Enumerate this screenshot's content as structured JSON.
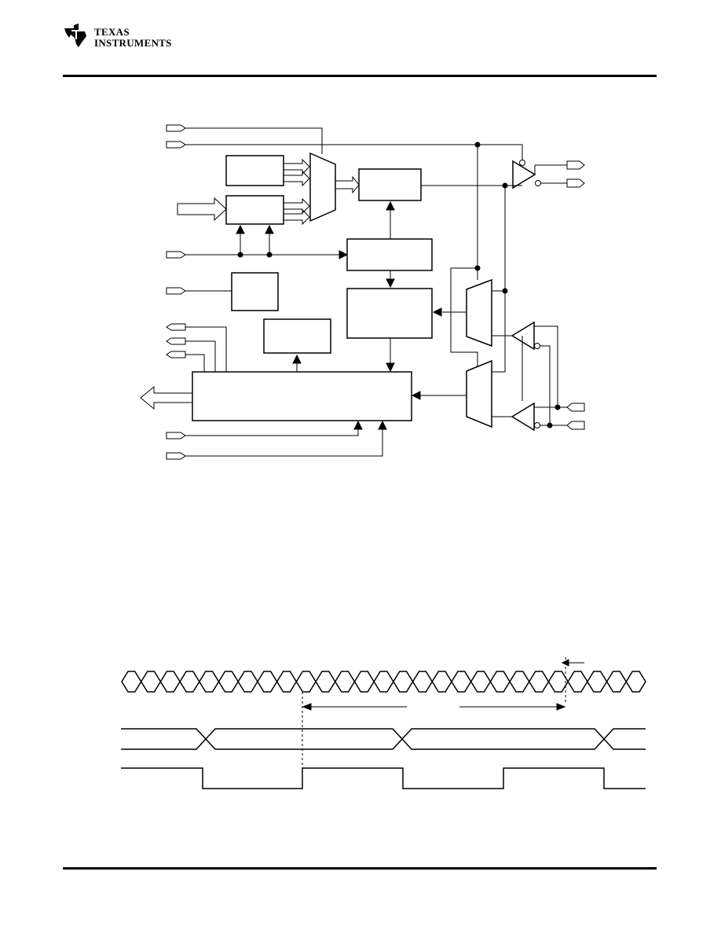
{
  "header": {
    "logo": {
      "line1": "TEXAS",
      "line2": "INSTRUMENTS",
      "icon": "ti-state-icon"
    }
  },
  "block_diagram": {
    "icon_set": [
      "pin-arrow-icon",
      "mux-trapezoid-icon",
      "buffer-triangle-icon",
      "junction-dot-icon"
    ]
  },
  "timing_diagram": {
    "bit_cells_shown": 27,
    "clock_high_fraction": 0.5
  }
}
